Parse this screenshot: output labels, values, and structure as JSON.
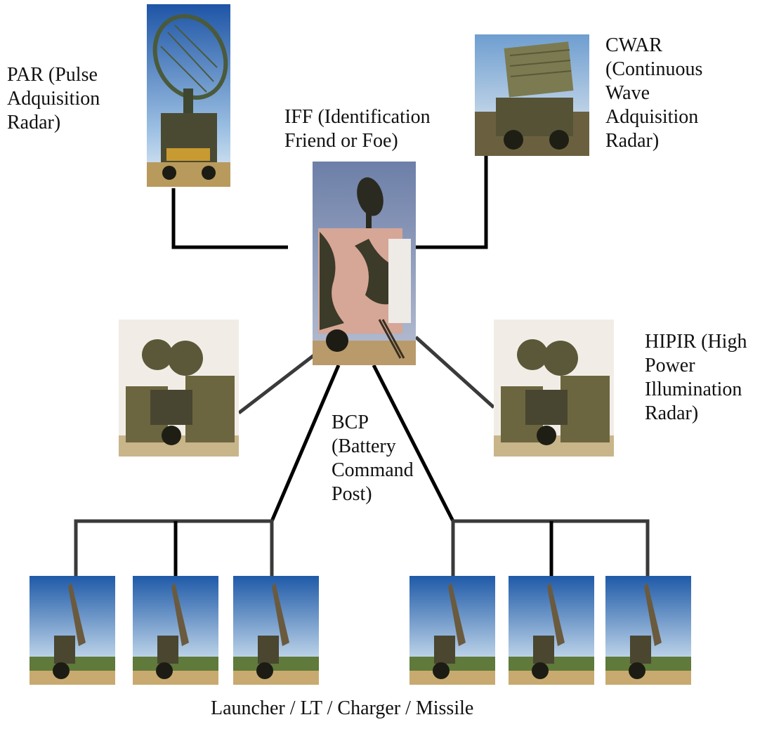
{
  "labels": {
    "par": "PAR (Pulse\nAdquisition\nRadar)",
    "cwar": "CWAR\n(Continuous\nWave\nAdquisition\nRadar)",
    "iff": "IFF (Identification\nFriend or Foe)",
    "hipir": "HIPIR (High\nPower\nIllumination\nRadar)",
    "bcp": "BCP\n(Battery\nCommand\nPost)",
    "launchers": "Launcher / LT / Charger / Missile"
  },
  "colors": {
    "line_dark": "#000000",
    "line_grey": "#3a3a3a",
    "sky_top": "#2a5fa8",
    "sky_bottom": "#cfe0ee",
    "ground": "#b59a63",
    "olive": "#5c5a34",
    "camo_pink": "#d9a79a",
    "camo_dark": "#3b3a26"
  }
}
